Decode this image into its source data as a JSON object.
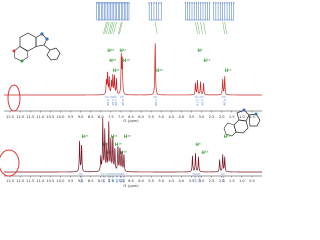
{
  "chart_data": [
    {
      "type": "line",
      "title": "",
      "xlabel": "f1 (ppm)",
      "ylabel": "",
      "xlim": [
        12.8,
        0.0
      ],
      "x_reversed": true,
      "grid": false,
      "series_color": "#cc2222",
      "integration_color": "#3a6fc4",
      "highlight_color": "#e23a3a",
      "ticks": [
        12.5,
        12.0,
        11.5,
        11.0,
        10.5,
        10.0,
        9.5,
        9.0,
        8.5,
        8.0,
        7.5,
        7.0,
        6.5,
        6.0,
        5.5,
        5.0,
        4.5,
        4.0,
        3.5,
        3.0,
        2.5,
        2.0,
        1.5,
        1.0,
        0.5
      ],
      "tick_labels": [
        "12.5",
        "12.0",
        "11.5",
        "11.0",
        "10.5",
        "10.0",
        "9.5",
        "9.0",
        "8.5",
        "8.0",
        "7.5",
        "7.0",
        "6.5",
        "6.0",
        "5.5",
        "5.0",
        "4.5",
        "4.0",
        "3.5",
        "3.0",
        "2.5",
        "2.0",
        "1.5",
        "1.0",
        "0.5"
      ],
      "peaks": [
        {
          "x": 7.72,
          "h": 0.22
        },
        {
          "x": 7.66,
          "h": 0.34
        },
        {
          "x": 7.58,
          "h": 0.26
        },
        {
          "x": 7.47,
          "h": 0.2
        },
        {
          "x": 7.4,
          "h": 0.3
        },
        {
          "x": 7.32,
          "h": 0.28
        },
        {
          "x": 7.22,
          "h": 0.24
        },
        {
          "x": 6.98,
          "h": 0.6
        },
        {
          "x": 6.93,
          "h": 0.52
        },
        {
          "x": 5.3,
          "h": 0.82
        },
        {
          "x": 3.3,
          "h": 0.18
        },
        {
          "x": 3.2,
          "h": 0.22
        },
        {
          "x": 3.05,
          "h": 0.2
        },
        {
          "x": 2.9,
          "h": 0.18
        },
        {
          "x": 1.95,
          "h": 0.24
        },
        {
          "x": 1.85,
          "h": 0.28
        }
      ],
      "integrals": [
        {
          "x": 7.7,
          "value": "2.00"
        },
        {
          "x": 7.45,
          "value": "1.05"
        },
        {
          "x": 7.3,
          "value": "1.04"
        },
        {
          "x": 6.95,
          "value": "2.05"
        },
        {
          "x": 5.3,
          "value": "1.00"
        },
        {
          "x": 3.25,
          "value": "2.10"
        },
        {
          "x": 3.0,
          "value": "2.05"
        },
        {
          "x": 1.9,
          "value": "4.06"
        }
      ],
      "peak_labels": [
        {
          "x": 7.72,
          "text": "H²²"
        },
        {
          "x": 7.62,
          "text": "H²⁰"
        },
        {
          "x": 7.45,
          "text": "H²¹"
        },
        {
          "x": 7.12,
          "text": "H¹⁹"
        },
        {
          "x": 6.95,
          "text": "H¹⁸"
        },
        {
          "x": 5.3,
          "text": "H¹⁵"
        },
        {
          "x": 3.25,
          "text": "H⁹"
        },
        {
          "x": 2.95,
          "text": "H¹⁰"
        },
        {
          "x": 1.9,
          "text": "H¹¹"
        }
      ]
    },
    {
      "type": "line",
      "title": "",
      "xlabel": "f1 (ppm)",
      "ylabel": "",
      "xlim": [
        12.8,
        0.0
      ],
      "x_reversed": true,
      "grid": false,
      "series_color": "#7a1020",
      "integration_color": "#3a6fc4",
      "highlight_color": "#e23a3a",
      "ticks": [
        12.5,
        12.0,
        11.5,
        11.0,
        10.5,
        10.0,
        9.5,
        9.0,
        8.5,
        8.0,
        7.5,
        7.0,
        6.5,
        6.0,
        5.5,
        5.0,
        4.5,
        4.0,
        3.5,
        3.0,
        2.5,
        2.0,
        1.5,
        1.0,
        0.5
      ],
      "tick_labels": [
        "12.5",
        "12.0",
        "11.5",
        "11.0",
        "10.5",
        "10.0",
        "9.5",
        "9.0",
        "8.5",
        "8.0",
        "7.5",
        "7.0",
        "6.5",
        "6.0",
        "5.5",
        "5.0",
        "4.5",
        "4.0",
        "3.5",
        "3.0",
        "2.5",
        "2.0",
        "1.5",
        "1.0",
        "0.5"
      ],
      "peaks": [
        {
          "x": 9.05,
          "h": 0.55
        },
        {
          "x": 8.95,
          "h": 0.48
        },
        {
          "x": 8.0,
          "h": 0.25
        },
        {
          "x": 7.9,
          "h": 0.9
        },
        {
          "x": 7.8,
          "h": 0.7
        },
        {
          "x": 7.7,
          "h": 0.45
        },
        {
          "x": 7.6,
          "h": 0.85
        },
        {
          "x": 7.5,
          "h": 0.55
        },
        {
          "x": 7.4,
          "h": 0.6
        },
        {
          "x": 7.3,
          "h": 0.4
        },
        {
          "x": 7.15,
          "h": 0.45
        },
        {
          "x": 7.05,
          "h": 0.42
        },
        {
          "x": 6.95,
          "h": 0.35
        },
        {
          "x": 6.85,
          "h": 0.3
        },
        {
          "x": 3.45,
          "h": 0.28
        },
        {
          "x": 3.3,
          "h": 0.32
        },
        {
          "x": 3.15,
          "h": 0.26
        },
        {
          "x": 2.1,
          "h": 0.22
        },
        {
          "x": 1.95,
          "h": 0.3
        },
        {
          "x": 1.85,
          "h": 0.26
        }
      ],
      "integrals": [
        {
          "x": 9.0,
          "value": "2.03"
        },
        {
          "x": 7.9,
          "value": "2.00"
        },
        {
          "x": 7.65,
          "value": "1.02"
        },
        {
          "x": 7.45,
          "value": "2.01"
        },
        {
          "x": 7.25,
          "value": "1.98"
        },
        {
          "x": 7.05,
          "value": "1.00"
        },
        {
          "x": 6.9,
          "value": "1.96"
        },
        {
          "x": 3.35,
          "value": "2.07"
        },
        {
          "x": 3.15,
          "value": "2.02"
        },
        {
          "x": 1.95,
          "value": "4.05"
        }
      ],
      "peak_labels": [
        {
          "x": 9.0,
          "text": "H²⁷"
        },
        {
          "x": 7.95,
          "text": "H²²"
        },
        {
          "x": 7.75,
          "text": "H²⁰"
        },
        {
          "x": 7.55,
          "text": "H²¹"
        },
        {
          "x": 7.35,
          "text": "H¹⁹"
        },
        {
          "x": 7.1,
          "text": "H¹⁸"
        },
        {
          "x": 6.9,
          "text": "H²⁴"
        },
        {
          "x": 3.35,
          "text": "H⁹"
        },
        {
          "x": 3.05,
          "text": "H¹⁰"
        },
        {
          "x": 1.95,
          "text": "H¹¹"
        }
      ]
    }
  ]
}
